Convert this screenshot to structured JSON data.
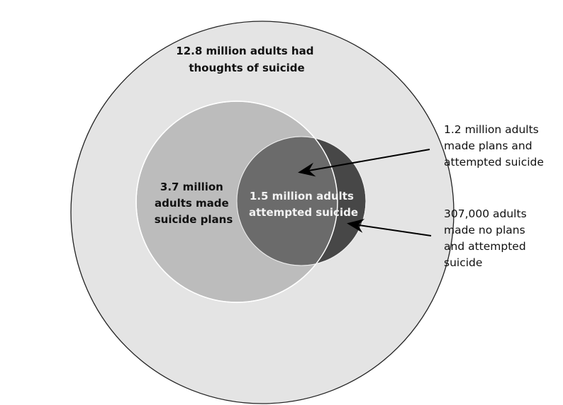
{
  "colors": {
    "outer": "#e4e4e4",
    "plans": "#bcbcbc",
    "overlap": "#6b6b6b",
    "no_plans": "#474747"
  },
  "labels": {
    "thoughts": [
      "12.8 million adults had",
      "thoughts of suicide"
    ],
    "plans": [
      "3.7 million",
      "adults made",
      "suicide plans"
    ],
    "attempted": [
      "1.5 million adults",
      "attempted suicide"
    ]
  },
  "annotations": {
    "planned_attempt": [
      "1.2 million adults",
      "made plans and",
      "attempted suicide"
    ],
    "unplanned_attempt": [
      "307,000 adults",
      "made no plans",
      "and attempted",
      "suicide"
    ]
  }
}
